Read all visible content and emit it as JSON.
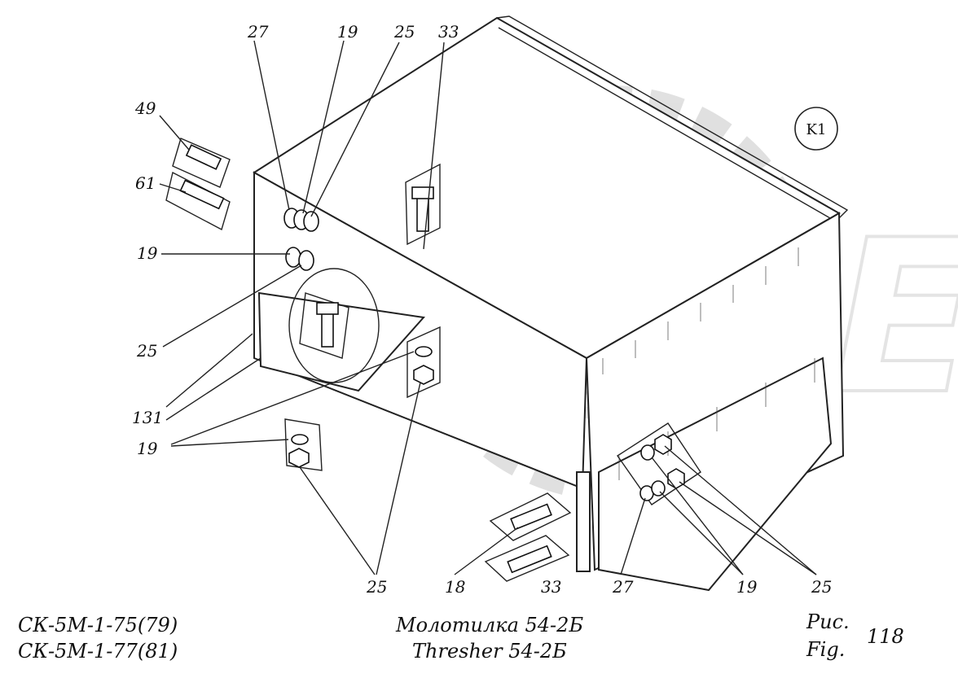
{
  "diagram": {
    "view_label": "K1",
    "callouts": {
      "top_27": "27",
      "top_19": "19",
      "top_25": "25",
      "top_33": "33",
      "left_49": "49",
      "left_61": "61",
      "left_19": "19",
      "left_25": "25",
      "left_131": "131",
      "left_19b": "19",
      "bottom_25": "25",
      "bottom_18": "18",
      "bottom_33": "33",
      "bottom_27": "27",
      "bottom_19": "19",
      "bottom_25b": "25"
    },
    "watermark": "OPEX"
  },
  "footer": {
    "model_line1": "СК-5М-1-75(79)",
    "model_line2": "СК-5М-1-77(81)",
    "title_ru": "Молотилка  54-2Б",
    "title_en": "Thresher  54-2Б",
    "fig_ru": "Рис.",
    "fig_en": "Fig.",
    "fig_number": "118"
  }
}
